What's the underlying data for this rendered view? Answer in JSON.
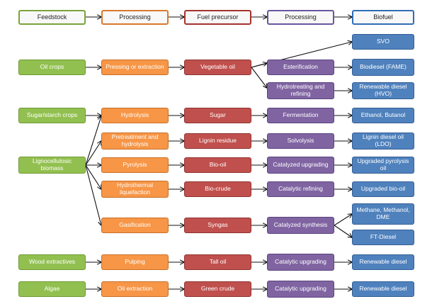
{
  "headers": {
    "feedstock": "Feedstock",
    "processing_1": "Processing",
    "fuel_precursor": "Fuel precursor",
    "processing_2": "Processing",
    "biofuel": "Biofuel"
  },
  "feedstocks": {
    "oil_crops": "Oil crops",
    "sugar_starch": "Sugar/starch crops",
    "lignocellulosic": "Lignocellulosic biomass",
    "wood_extractives": "Wood extractives",
    "algae": "Algae"
  },
  "processing_1": {
    "pressing": "Pressing or extraction",
    "hydrolysis": "Hydrolysis",
    "pretreatment": "Pretreatment and hydrolysis",
    "pyrolysis": "Pyrolysis",
    "htl": "Hydrothermal liquefaction",
    "gasification": "Gasification",
    "pulping": "Pulping",
    "oil_extraction": "Oil extraction"
  },
  "precursors": {
    "vegetable_oil": "Vegetable oil",
    "sugar": "Sugar",
    "lignin_residue": "Lignin residue",
    "bio_oil": "Bio-oil",
    "bio_crude": "Bio-crude",
    "syngas": "Syngas",
    "tall_oil": "Tall oil",
    "green_crude": "Green crude"
  },
  "processing_2": {
    "esterification": "Esterification",
    "hydrotreating": "Hydrotreating and refining",
    "fermentation": "Fermentation",
    "solvolysis": "Solvolysis",
    "catalyzed_upgrading": "Catalyzed upgrading",
    "catalytic_refining": "Catalytic refining",
    "catalyzed_synthesis": "Catalyzed synthesis",
    "catalytic_upgrading_tall": "Catalytic upgrading",
    "catalytic_upgrading_algae": "Catalytic upgrading"
  },
  "biofuels": {
    "svo": "SVO",
    "biodiesel": "Biodiesel (FAME)",
    "hvo": "Renewable diesel (HVO)",
    "ethanol": "Ethanol, Butanol",
    "ldo": "Lignin diesel oil (LDO)",
    "upgraded_pyrolysis": "Upgraded pyrolysis oil",
    "upgraded_bio_oil": "Upgraded  bio-oil",
    "methane": "Methane, Methanol, DME",
    "ft_diesel": "FT-Diesel",
    "renewable_diesel_tall": "Renewable diesel",
    "renewable_diesel_algae": "Renewable diesel"
  },
  "colors": {
    "feedstock": "#92c050",
    "processing_1": "#f79646",
    "precursor": "#c0504d",
    "processing_2": "#8064a2",
    "biofuel": "#4f81bd"
  }
}
